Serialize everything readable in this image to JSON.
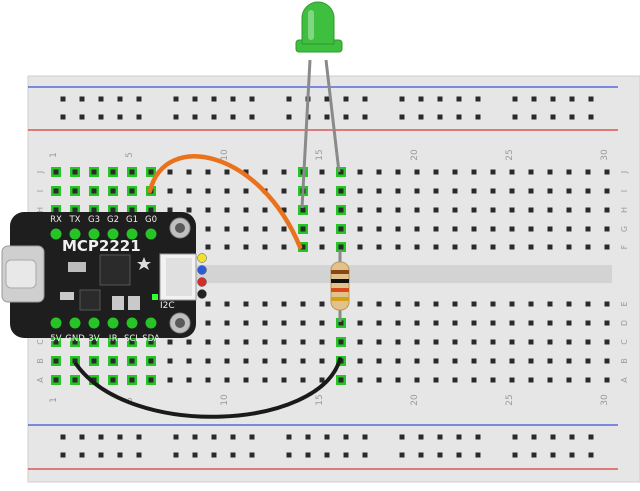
{
  "breadboard": {
    "column_numbers": [
      "1",
      "5",
      "10",
      "15",
      "20",
      "25",
      "30"
    ],
    "row_letters_top": [
      "J",
      "I",
      "H",
      "G",
      "F"
    ],
    "row_letters_bottom": [
      "E",
      "D",
      "C",
      "B",
      "A"
    ],
    "rail_color_positive": "#d93a3a",
    "rail_color_negative": "#3a4fd9"
  },
  "board": {
    "title": "MCP2221",
    "top_pins": [
      "RX",
      "TX",
      "G3",
      "G2",
      "G1",
      "G0"
    ],
    "bottom_pins": [
      "5V",
      "GND",
      "3V",
      "!R",
      "SCL",
      "SDA"
    ],
    "i2c_label": "I2C",
    "connector_colors": [
      "#f2e12a",
      "#2a5cd9",
      "#d92a2a",
      "#222222"
    ]
  },
  "components": {
    "led_color": "#3fbf3f",
    "wire_g0_color": "#e8731c",
    "wire_gnd_color": "#1a1a1a",
    "resistor_bands": [
      "#8b4513",
      "#111111",
      "#d94a1a",
      "#d4a017"
    ]
  }
}
